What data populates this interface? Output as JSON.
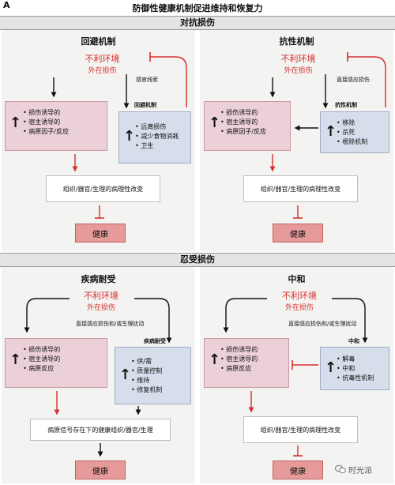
{
  "panel_letter": "A",
  "figure_title": "防御性健康机制促进维持和恢复力",
  "section_resist": "对抗损伤",
  "section_tolerate": "忍受损伤",
  "adverse_env": "不利环境",
  "external_injury": "外在损伤",
  "health": "健康",
  "patho_change": "组织/器官/生理的病理性改变",
  "up_arrow_glyph": "↑",
  "q1": {
    "title": "回避机制",
    "sensory_cue": "感官线索",
    "mechanism_label": "回避机制",
    "pink_items": [
      "损伤诱导的",
      "宿主诱导的",
      "病原因子/反应"
    ],
    "blue_items": [
      "远离损伤",
      "减少食物消耗",
      "卫生"
    ]
  },
  "q2": {
    "title": "抗性机制",
    "direct_sensing": "直接感应损伤",
    "mechanism_label": "抗性机制",
    "pink_items": [
      "损伤诱导的",
      "宿主诱导的",
      "病原因子/反应"
    ],
    "blue_items": [
      "移除",
      "杀死",
      "根除机制"
    ]
  },
  "q3": {
    "title": "疾病耐受",
    "direct_sensing": "直接感应损伤和/或生理扰动",
    "mechanism_label": "疾病耐受",
    "pink_items": [
      "损伤诱导的",
      "宿主诱导的",
      "病原反应"
    ],
    "blue_items": [
      "供/需",
      "质量控制",
      "维持",
      "修复机制"
    ],
    "signal_box": "病原信号存在下的健康组织/器官/生理"
  },
  "q4": {
    "title": "中和",
    "direct_sensing": "直接感应损伤和/或生理扰动",
    "mechanism_label": "中和",
    "pink_items": [
      "损伤诱导的",
      "宿主诱导的",
      "病原反应"
    ],
    "blue_items": [
      "解毒",
      "中和",
      "抗毒性机制"
    ]
  },
  "watermark": "时光派",
  "colors": {
    "red": "#d52f2f",
    "pink": "#ecd0d8",
    "blue": "#d6deeb",
    "health": "#e69a9a",
    "band": "#e3e3e3"
  }
}
